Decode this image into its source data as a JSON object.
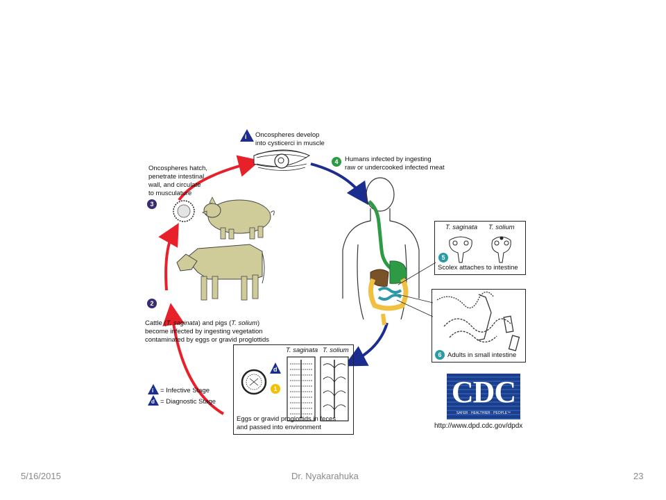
{
  "stages": {
    "i_label": "Oncospheres develop\ninto cysticerci in muscle",
    "s4_number": "4",
    "s4_label": "Humans infected by ingesting\nraw or undercooked infected meat",
    "s3_number": "3",
    "s3_label": "Oncospheres hatch,\npenetrate intestinal\nwall, and circulate\nto musculature",
    "s2_number": "2",
    "s2_line1_a": "Cattle (",
    "s2_line1_b": "T. saginata",
    "s2_line1_c": ") and pigs (",
    "s2_line1_d": "T. solium",
    "s2_line1_e": ")",
    "s2_line2": "become infected by ingesting vegetation\ncontaminated by eggs or gravid proglottids",
    "s5_number": "5",
    "s5_label": "Scolex attaches to intestine",
    "s6_number": "6",
    "s6_label": "Adults in small intestine",
    "s1_number": "1",
    "s1_label": "Eggs or gravid proglottids in feces\nand passed into environment"
  },
  "species": {
    "saginata": "T. saginata",
    "solium": "T. solium"
  },
  "legend": {
    "infective_symbol": "i",
    "infective_label": "= Infective Stage",
    "diagnostic_symbol": "d",
    "diagnostic_label": "= Diagnostic Stage"
  },
  "cdc": {
    "logo_text": "CDC",
    "tagline": "SAFER · HEALTHIER · PEOPLE™",
    "url": "http://www.dpd.cdc.gov/dpdx"
  },
  "footer": {
    "date": "5/16/2015",
    "author": "Dr. Nyakarahuka",
    "page": "23"
  },
  "colors": {
    "red_arrow": "#e8202a",
    "blue_arrow": "#1b2e8f",
    "stage_purple": "#3a2a70",
    "stage_green": "#2e9a45",
    "stage_teal": "#2a9aa6",
    "stage_yellow": "#f2c200",
    "animal_fill": "#cfcc9a",
    "cdc_blue": "#1a3e8c"
  }
}
